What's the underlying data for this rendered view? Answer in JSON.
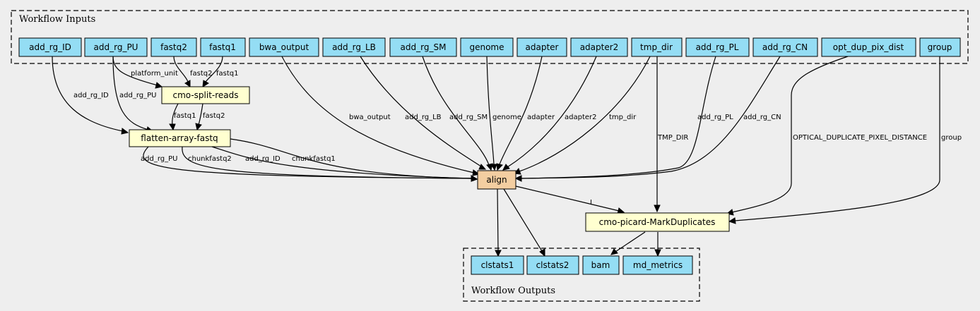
{
  "clusters": {
    "inputs": "Workflow Inputs",
    "outputs": "Workflow Outputs"
  },
  "nodes": {
    "add_rg_ID": "add_rg_ID",
    "add_rg_PU": "add_rg_PU",
    "fastq2": "fastq2",
    "fastq1": "fastq1",
    "bwa_output": "bwa_output",
    "add_rg_LB": "add_rg_LB",
    "add_rg_SM": "add_rg_SM",
    "genome": "genome",
    "adapter": "adapter",
    "adapter2": "adapter2",
    "tmp_dir": "tmp_dir",
    "add_rg_PL": "add_rg_PL",
    "add_rg_CN": "add_rg_CN",
    "opt_dup_pix_dist": "opt_dup_pix_dist",
    "group": "group",
    "split": "cmo-split-reads",
    "flatten": "flatten-array-fastq",
    "align": "align",
    "markdup": "cmo-picard-MarkDuplicates",
    "clstats1": "clstats1",
    "clstats2": "clstats2",
    "bam": "bam",
    "md_metrics": "md_metrics"
  },
  "edge_labels": {
    "pu_split": "platform_unit",
    "fq2_split": "fastq2",
    "fq1_split": "fastq1",
    "id_flatten": "add_rg_ID",
    "pu_flatten": "add_rg_PU",
    "split_flatten_fq1": "fastq1",
    "split_flatten_fq2": "fastq2",
    "fl_pu": "add_rg_PU",
    "fl_chunk2": "chunkfastq2",
    "fl_id": "add_rg_ID",
    "fl_chunk1": "chunkfastq1",
    "bwa": "bwa_output",
    "lb": "add_rg_LB",
    "sm": "add_rg_SM",
    "genome": "genome",
    "adapter": "adapter",
    "adapter2": "adapter2",
    "tmpdir": "tmp_dir",
    "tmpdir_md": "TMP_DIR",
    "pl": "add_rg_PL",
    "cn": "add_rg_CN",
    "odpd": "OPTICAL_DUPLICATE_PIXEL_DISTANCE",
    "group": "group",
    "align_md": "I"
  },
  "colors": {
    "io_node": "#94ddf4",
    "step_node": "#ffffd0",
    "main_node": "#f3cea1",
    "background": "#eeeeee"
  }
}
